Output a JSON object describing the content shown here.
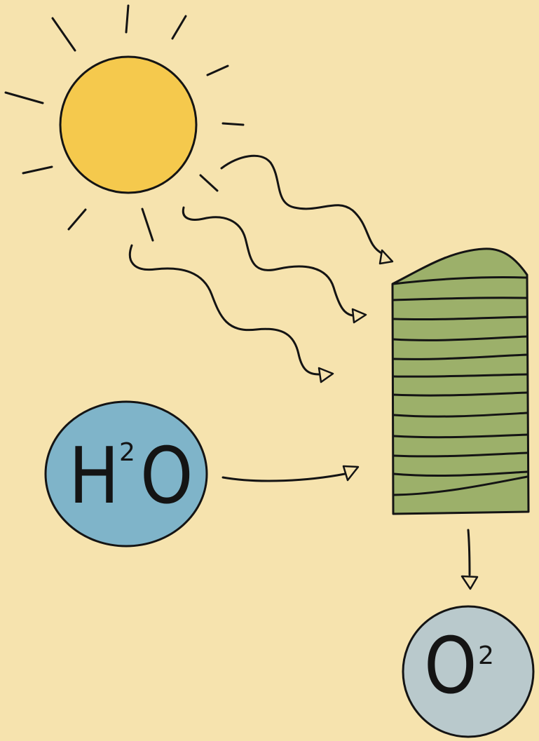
{
  "colors": {
    "background": "#f6e3ae",
    "sun": "#f5c94d",
    "water": "#7fb4c9",
    "plant": "#9cb06a",
    "oxygen": "#b9c9cc",
    "ink": "#141414"
  },
  "water_molecule": {
    "element_h": "H",
    "subscript": "2",
    "element_o": "O"
  },
  "oxygen_molecule": {
    "element_o": "O",
    "subscript": "2"
  }
}
